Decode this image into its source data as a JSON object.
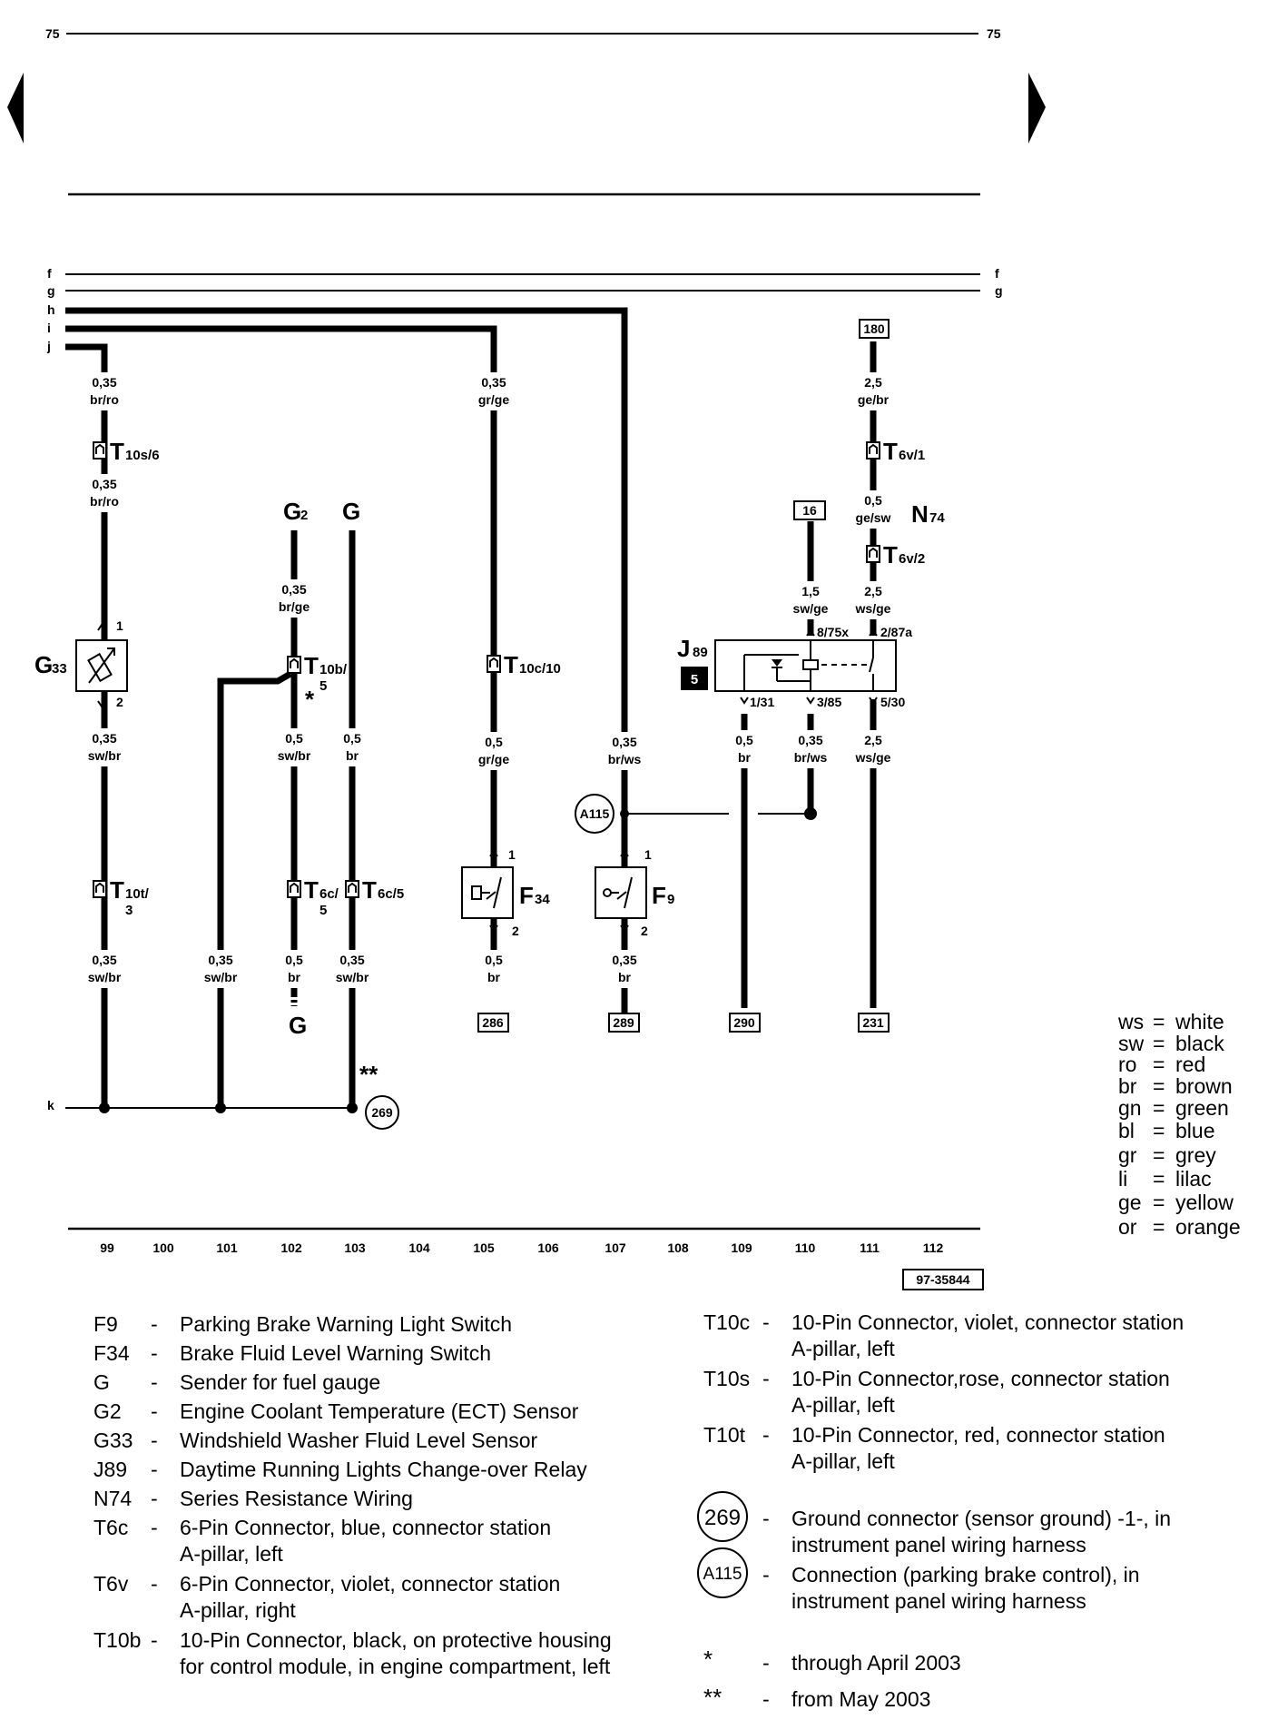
{
  "page_number_left": "75",
  "page_number_right": "75",
  "bus_lines": [
    "f",
    "g",
    "h",
    "i",
    "j",
    "k"
  ],
  "bus_labels_right": [
    "f",
    "g"
  ],
  "current_tracks": [
    "99",
    "100",
    "101",
    "102",
    "103",
    "104",
    "105",
    "106",
    "107",
    "108",
    "109",
    "110",
    "111",
    "112"
  ],
  "diagram_id": "97-35844",
  "references": [
    "180",
    "16",
    "286",
    "289",
    "290",
    "231"
  ],
  "ground_points": [
    "269",
    "A115"
  ],
  "connectors": {
    "T10s6": {
      "main": "T",
      "sub": "10s/6"
    },
    "T10t3": {
      "main": "T",
      "sub": "10t/",
      "line2": "3"
    },
    "T10b5": {
      "main": "T",
      "sub": "10b/",
      "line2": "5"
    },
    "T6c5a": {
      "main": "T",
      "sub": "6c/",
      "line2": "5"
    },
    "T6c5b": {
      "main": "T",
      "sub": "6c/5"
    },
    "T10c10": {
      "main": "T",
      "sub": "10c/10"
    },
    "T6v1": {
      "main": "T",
      "sub": "6v/1"
    },
    "T6v2": {
      "main": "T",
      "sub": "6v/2"
    }
  },
  "components": {
    "G33": {
      "main": "G",
      "sub": "33"
    },
    "G2": {
      "main": "G",
      "sub": "2"
    },
    "G": {
      "main": "G"
    },
    "G_bottom": {
      "main": "G"
    },
    "F34": {
      "main": "F",
      "sub": "34"
    },
    "F9": {
      "main": "F",
      "sub": "9"
    },
    "J89": {
      "main": "J",
      "sub": "89",
      "badge": "5"
    },
    "N74": {
      "main": "N",
      "sub": "74"
    }
  },
  "wires": {
    "w99a": [
      "0,35",
      "br/ro"
    ],
    "w99b": [
      "0,35",
      "br/ro"
    ],
    "w99c": [
      "0,35",
      "sw/br"
    ],
    "w99d": [
      "0,35",
      "sw/br"
    ],
    "w101": [
      "0,35",
      "sw/br"
    ],
    "w102a": [
      "0,35",
      "br/ge"
    ],
    "w102b": [
      "0,5",
      "sw/br"
    ],
    "w102c": [
      "0,5",
      "br"
    ],
    "w103a": [
      "0,5",
      "br"
    ],
    "w103b": [
      "0,35",
      "sw/br"
    ],
    "w105a": [
      "0,35",
      "gr/ge"
    ],
    "w105b": [
      "0,5",
      "gr/ge"
    ],
    "w105c": [
      "0,5",
      "br"
    ],
    "w107a": [
      "0,35",
      "br/ws"
    ],
    "w107b": [
      "0,35",
      "br"
    ],
    "w109": [
      "0,5",
      "br"
    ],
    "w110a": [
      "1,5",
      "sw/ge"
    ],
    "w110b": [
      "0,35",
      "br/ws"
    ],
    "w111a": [
      "2,5",
      "ge/br"
    ],
    "w111b": [
      "0,5",
      "ge/sw"
    ],
    "w111c": [
      "2,5",
      "ws/ge"
    ],
    "w111d": [
      "2,5",
      "ws/ge"
    ]
  },
  "pins": {
    "g33_1": "1",
    "g33_2": "2",
    "f34_1": "1",
    "f34_2": "2",
    "f9_1": "1",
    "f9_2": "2",
    "j89_875x": "8/75x",
    "j89_287a": "2/87a",
    "j89_131": "1/31",
    "j89_385": "3/85",
    "j89_530": "5/30"
  },
  "notes_marks": {
    "single": "*",
    "double": "**"
  },
  "color_code_legend": [
    {
      "code": "ws",
      "name": "white"
    },
    {
      "code": "sw",
      "name": "black"
    },
    {
      "code": "ro",
      "name": "red"
    },
    {
      "code": "br",
      "name": "brown"
    },
    {
      "code": "gn",
      "name": "green"
    },
    {
      "code": "bl",
      "name": "blue"
    },
    {
      "code": "gr",
      "name": "grey"
    },
    {
      "code": "li",
      "name": "lilac"
    },
    {
      "code": "ge",
      "name": "yellow"
    },
    {
      "code": "or",
      "name": "orange"
    }
  ],
  "legend_left": [
    {
      "id": "F9",
      "desc": [
        "Parking Brake Warning Light Switch"
      ]
    },
    {
      "id": "F34",
      "desc": [
        "Brake Fluid Level Warning Switch"
      ]
    },
    {
      "id": "G",
      "desc": [
        "Sender for fuel gauge"
      ]
    },
    {
      "id": "G2",
      "desc": [
        "Engine Coolant Temperature (ECT) Sensor"
      ]
    },
    {
      "id": "G33",
      "desc": [
        "Windshield  Washer Fluid Level Sensor"
      ]
    },
    {
      "id": "J89",
      "desc": [
        "Daytime Running Lights Change-over Relay"
      ]
    },
    {
      "id": "N74",
      "desc": [
        "Series Resistance Wiring"
      ]
    },
    {
      "id": "T6c",
      "desc": [
        "6-Pin Connector, blue, connector station",
        "A-pillar, left"
      ]
    },
    {
      "id": "T6v",
      "desc": [
        "6-Pin Connector, violet, connector station",
        "A-pillar, right"
      ]
    },
    {
      "id": "T10b",
      "desc": [
        "10-Pin Connector, black,  on protective housing",
        "for control module, in engine compartment, left"
      ]
    }
  ],
  "legend_right": [
    {
      "id": "T10c",
      "desc": [
        "10-Pin Connector, violet, connector station",
        "A-pillar, left"
      ]
    },
    {
      "id": "T10s",
      "desc": [
        "10-Pin Connector,rose, connector station",
        "A-pillar, left"
      ]
    },
    {
      "id": "T10t",
      "desc": [
        "10-Pin Connector, red, connector station",
        "A-pillar, left"
      ]
    },
    {
      "id": "269",
      "desc": [
        "Ground connector (sensor ground) -1-, in",
        "instrument panel wiring harness"
      ]
    },
    {
      "id": "A115",
      "desc": [
        "Connection (parking brake control), in",
        "instrument panel wiring harness"
      ]
    },
    {
      "id": "*",
      "desc": [
        "through April 2003"
      ]
    },
    {
      "id": "**",
      "desc": [
        "from May 2003"
      ]
    }
  ]
}
